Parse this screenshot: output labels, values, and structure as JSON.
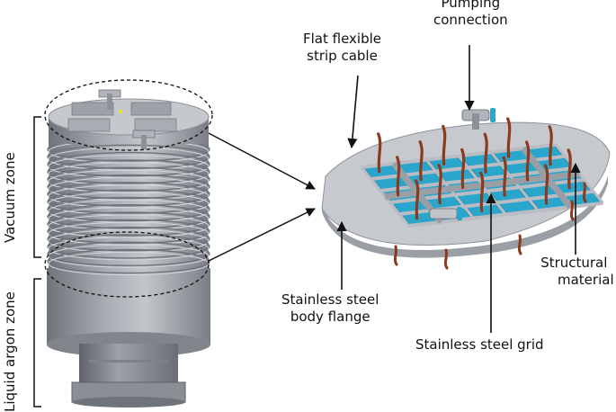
{
  "labels": {
    "pumping_connection": [
      "Pumping",
      "connection"
    ],
    "flat_flexible_strip_cable": [
      "Flat flexible",
      "strip cable"
    ],
    "vacuum_zone": "Vacuum zone",
    "liquid_argon_zone": "Liquid argon zone",
    "structural_material": [
      "Structural",
      "material"
    ],
    "stainless_steel_body_flange": [
      "Stainless steel",
      "body flange"
    ],
    "stainless_steel_grid": "Stainless steel grid"
  },
  "colors": {
    "steel_light": "#b9bcc2",
    "steel_mid": "#9a9ea5",
    "steel_dark": "#6f737a",
    "cell_blue": "#2aa6cc",
    "cable_brown": "#8b3a1e",
    "text": "#111111"
  }
}
